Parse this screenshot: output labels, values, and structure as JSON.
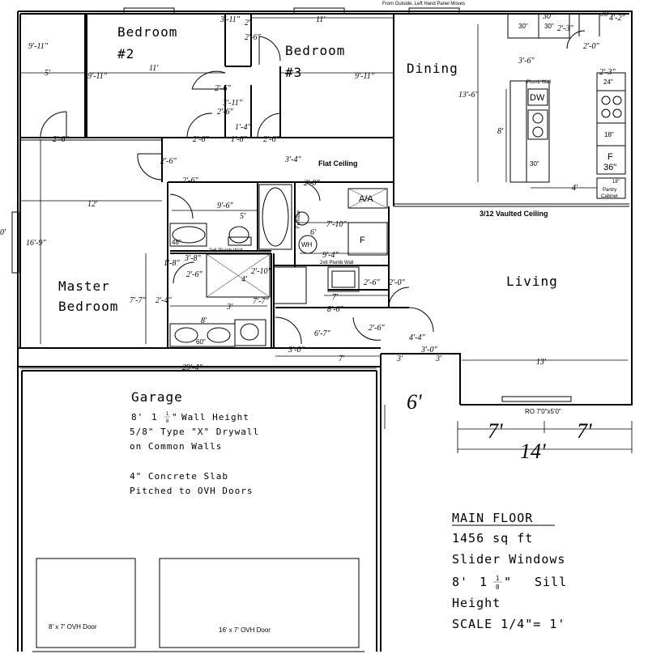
{
  "header_note": "From Outside, Left Hand Panel Moves",
  "rooms": {
    "bedroom2": [
      "Bedroom",
      "#2"
    ],
    "bedroom3": [
      "Bedroom",
      "#3"
    ],
    "dining": "Dining",
    "master": [
      "Master",
      "Bedroom"
    ],
    "living": "Living",
    "garage": "Garage"
  },
  "garage_notes": [
    [
      "8'",
      "1",
      "1",
      "8",
      "\"",
      "Wall Height"
    ],
    "5/8\" Type \"X\" Drywall",
    "on Common Walls",
    "4\" Concrete Slab",
    "Pitched to OVH Doors"
  ],
  "ceilings": {
    "flat": "Flat Ceiling",
    "vaulted": "3/12 Vaulted Ceiling"
  },
  "fixtures": {
    "aa": "A/A",
    "wh": "WH",
    "f": "F",
    "dw": "DW",
    "stove_f": "F",
    "stove_size": "36\"",
    "pantry": [
      "18\"",
      "Pantry",
      "Cabinet"
    ],
    "tub_48": "48\"",
    "tub_60": "60\"",
    "cab_30a": "30\"",
    "cab_30b": "30\"",
    "cab_30c": "30\"",
    "cab_24": "24\"",
    "cab_18": "18\"",
    "plumb_wall_1": "2x6 Plumb Wall",
    "plumb_wall_2": "2x6 Plumb Wall",
    "plumb_wall_3": "Plumb Wall",
    "furnace": "Furnace"
  },
  "garage_doors": {
    "single": "8' x 7' OVH Door",
    "double": "16' x 7' OVH Door"
  },
  "window_note": "RO 7'0\"x5'0\"",
  "dims": {
    "d9_11a": "9'-11\"",
    "d5": "5'",
    "d9_11b": "9'-11\"",
    "d11a": "11'",
    "d3_11a": "3'-11\"",
    "d2": "2'",
    "d2_6a": "2'-6\"",
    "d11b": "11'",
    "d9_11c": "9'-11\"",
    "d2_6b": "2'-6\"",
    "d3_11b": "3'-11\"",
    "d1_4": "1'-4\"",
    "d2_6c": "2'-6\"",
    "d1_6": "1'-6\"",
    "d2_6d": "2'-6\"",
    "d2_6e": "2'-6\"",
    "d2_6f": "2'-6\"",
    "d3_4": "3'-4\"",
    "d2_6g": "2'-6\"",
    "d2_6h": "2'-6\"",
    "d2_8": "2'-8\"",
    "d12": "12'",
    "d9_6": "9'-6\"",
    "d5v": "5'",
    "d7_10": "7'-10\"",
    "d6": "6'",
    "d16_9": "16'-9\"",
    "d0": "0'",
    "d9_4": "9'-4\"",
    "d1_8": "1'-8\"",
    "d3_8": "3'-8\"",
    "d2_6i": "2'-6\"",
    "d2_10": "2'-10\"",
    "d4": "4'",
    "d7_7a": "7'-7\"",
    "d2_4": "2'-4\"",
    "d7_7b": "7'-7\"",
    "d3v": "3'",
    "d8": "8'",
    "d7a": "7'",
    "d8_6": "8'-6\"",
    "d2_6j": "2'-6\"",
    "d2_0a": "2'-0\"",
    "d6_7": "6'-7\"",
    "d2_6k": "2'-6\"",
    "d4_4": "4'-4\"",
    "d3_0a": "3'-0\"",
    "d3_0b": "3'-0\"",
    "d7b": "7'",
    "d3a": "3'",
    "d3b": "3'",
    "d13": "13'",
    "d29_4": "29'-4\"",
    "d30a": "30\"",
    "d30b": "30\"",
    "d2_3a": "2'-3\"",
    "d4_2": "4'-2\"",
    "d2_0b": "2'-0\"",
    "d3_6": "3'-6\"",
    "d2_3b": "2'-3\"",
    "d13_6": "13'-6\"",
    "d8v": "8'",
    "d4b": "4'",
    "d6big": "6'",
    "d7big1": "7'",
    "d7big2": "7'",
    "d14big": "14'"
  },
  "title_block": {
    "title": "MAIN FLOOR",
    "area": "1456 sq ft",
    "windows": "Slider Windows",
    "sill": [
      "8'",
      "1",
      "1",
      "8",
      "\"",
      "Sill"
    ],
    "height": "Height",
    "scale": "SCALE 1/4\"= 1'"
  }
}
